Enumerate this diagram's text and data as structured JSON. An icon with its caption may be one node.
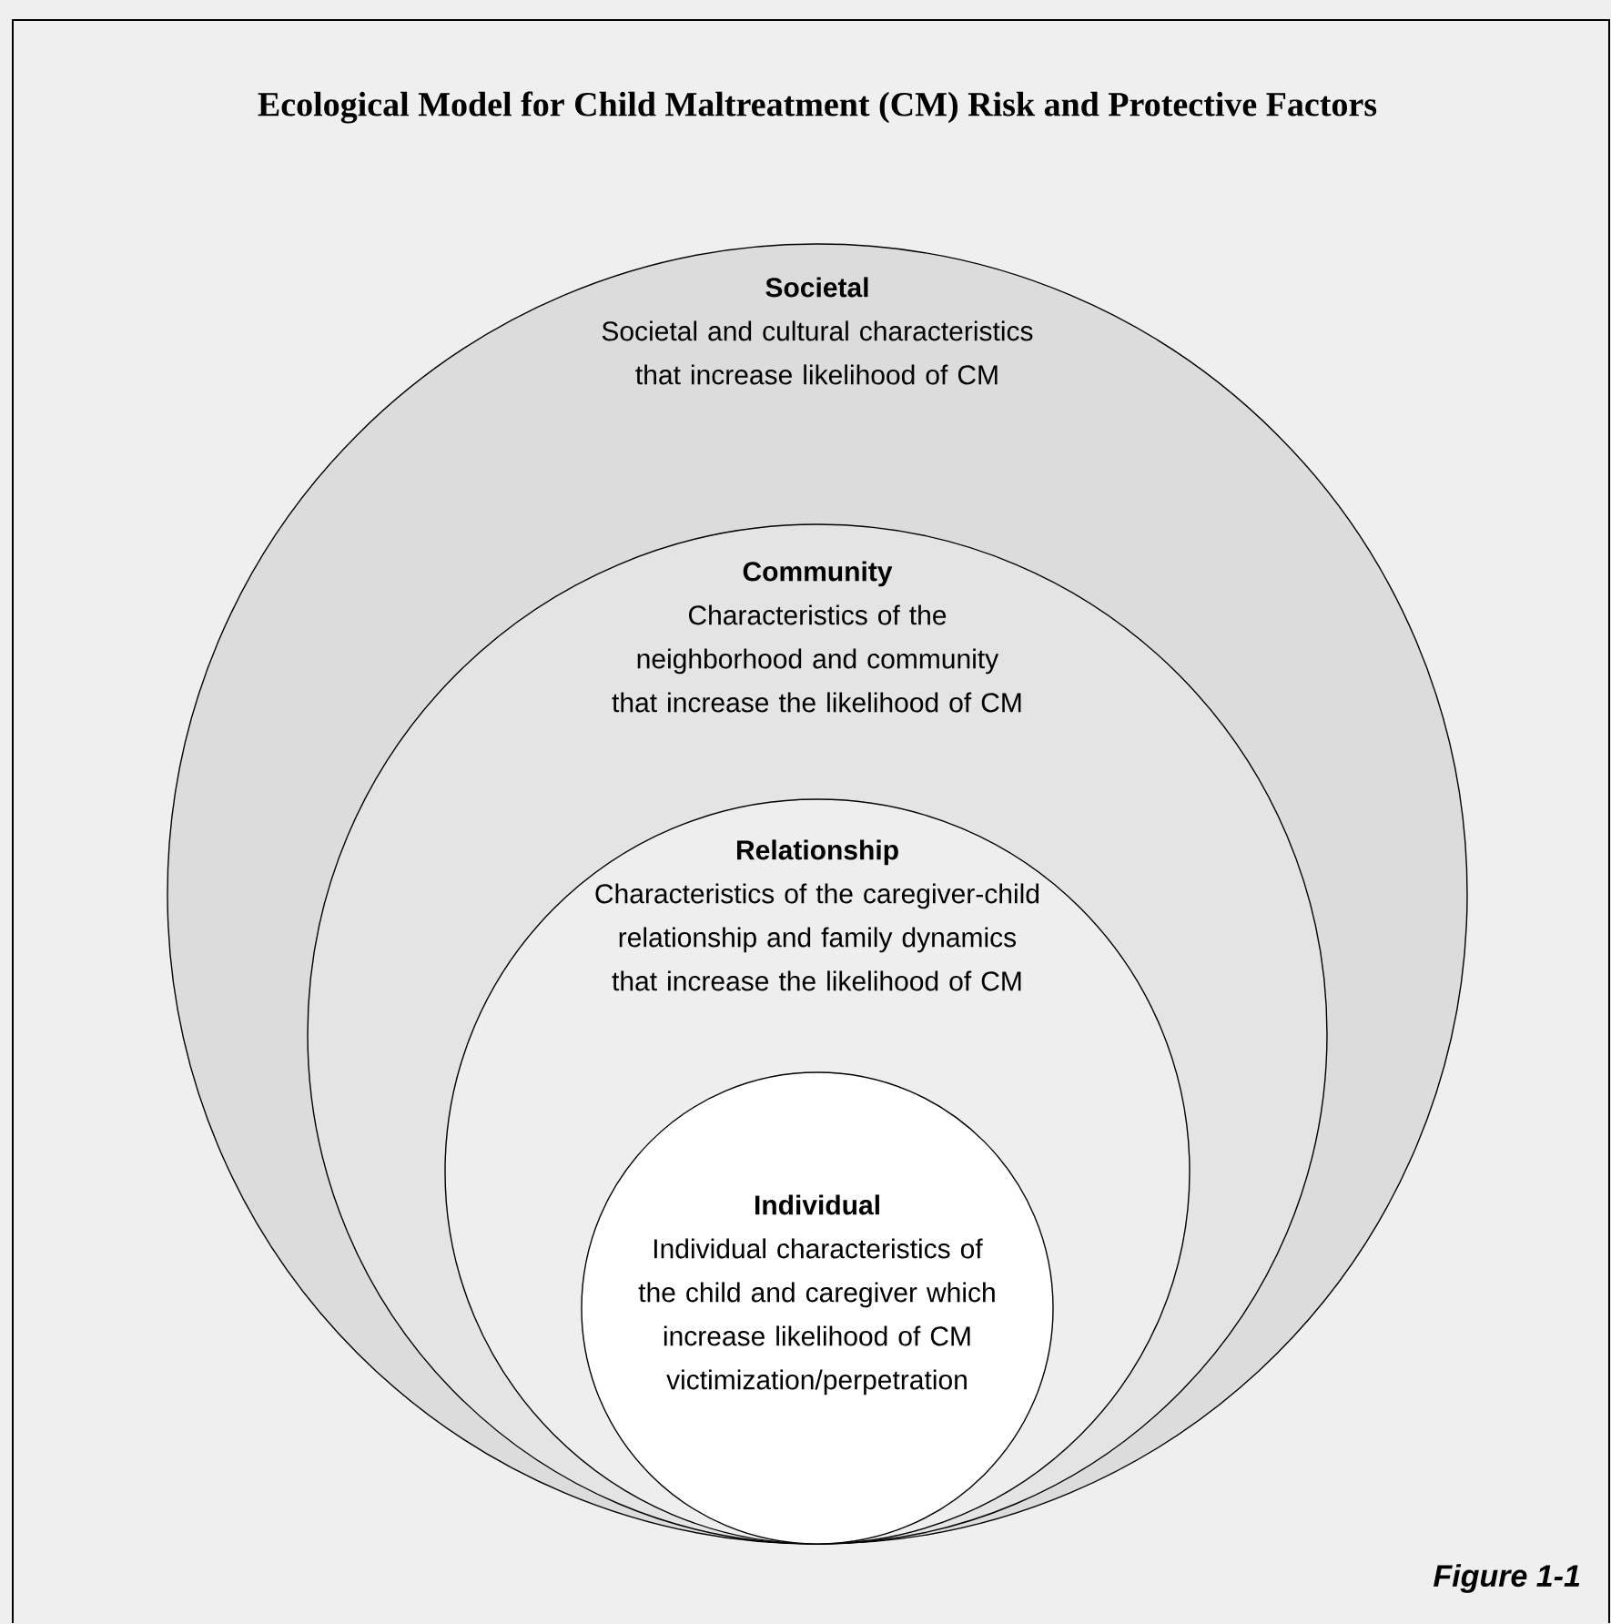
{
  "diagram": {
    "title": "Ecological Model for Child Maltreatment (CM) Risk and Protective Factors",
    "nodes": [
      {
        "text": [
          "Societal",
          "Societal and cultural characteristics that increase likelihood of CM"
        ]
      },
      {
        "text": [
          "Community",
          "Characteristics of the neighborhood and community that increase the likelihood of CM"
        ],
        "in": 0
      },
      {
        "text": [
          "Relationship",
          "Characteristics of the caregiver-child relationship and family dynamics that increase the likelihood of CM"
        ],
        "in": 1
      },
      {
        "text": [
          "Individual",
          "Individual characteristics of the child and caregiver which increase likelihood of CM victimization/perpetration"
        ],
        "in": 2
      }
    ],
    "labels": [
      "Figure 1-1"
    ]
  }
}
